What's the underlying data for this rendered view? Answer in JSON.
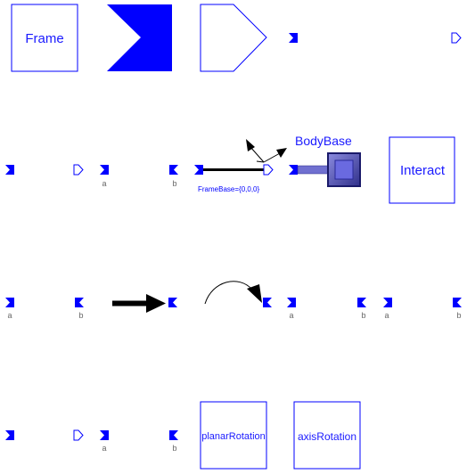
{
  "colors": {
    "blue": "#0000ff",
    "blue_text": "#1a1aff",
    "gray_label": "#666666",
    "black": "#000000",
    "body_fill_light": "#7b7bd6",
    "body_fill_dark": "#3a3a9c"
  },
  "icons": {
    "frame": "Frame",
    "interact": "Interact",
    "body_base": "BodyBase",
    "frame_base_param": "FrameBase={0,0,0}",
    "planar_rotation": "planarRotation",
    "axis_rotation": "axisRotation"
  },
  "port_labels": {
    "a": "a",
    "b": "b"
  }
}
